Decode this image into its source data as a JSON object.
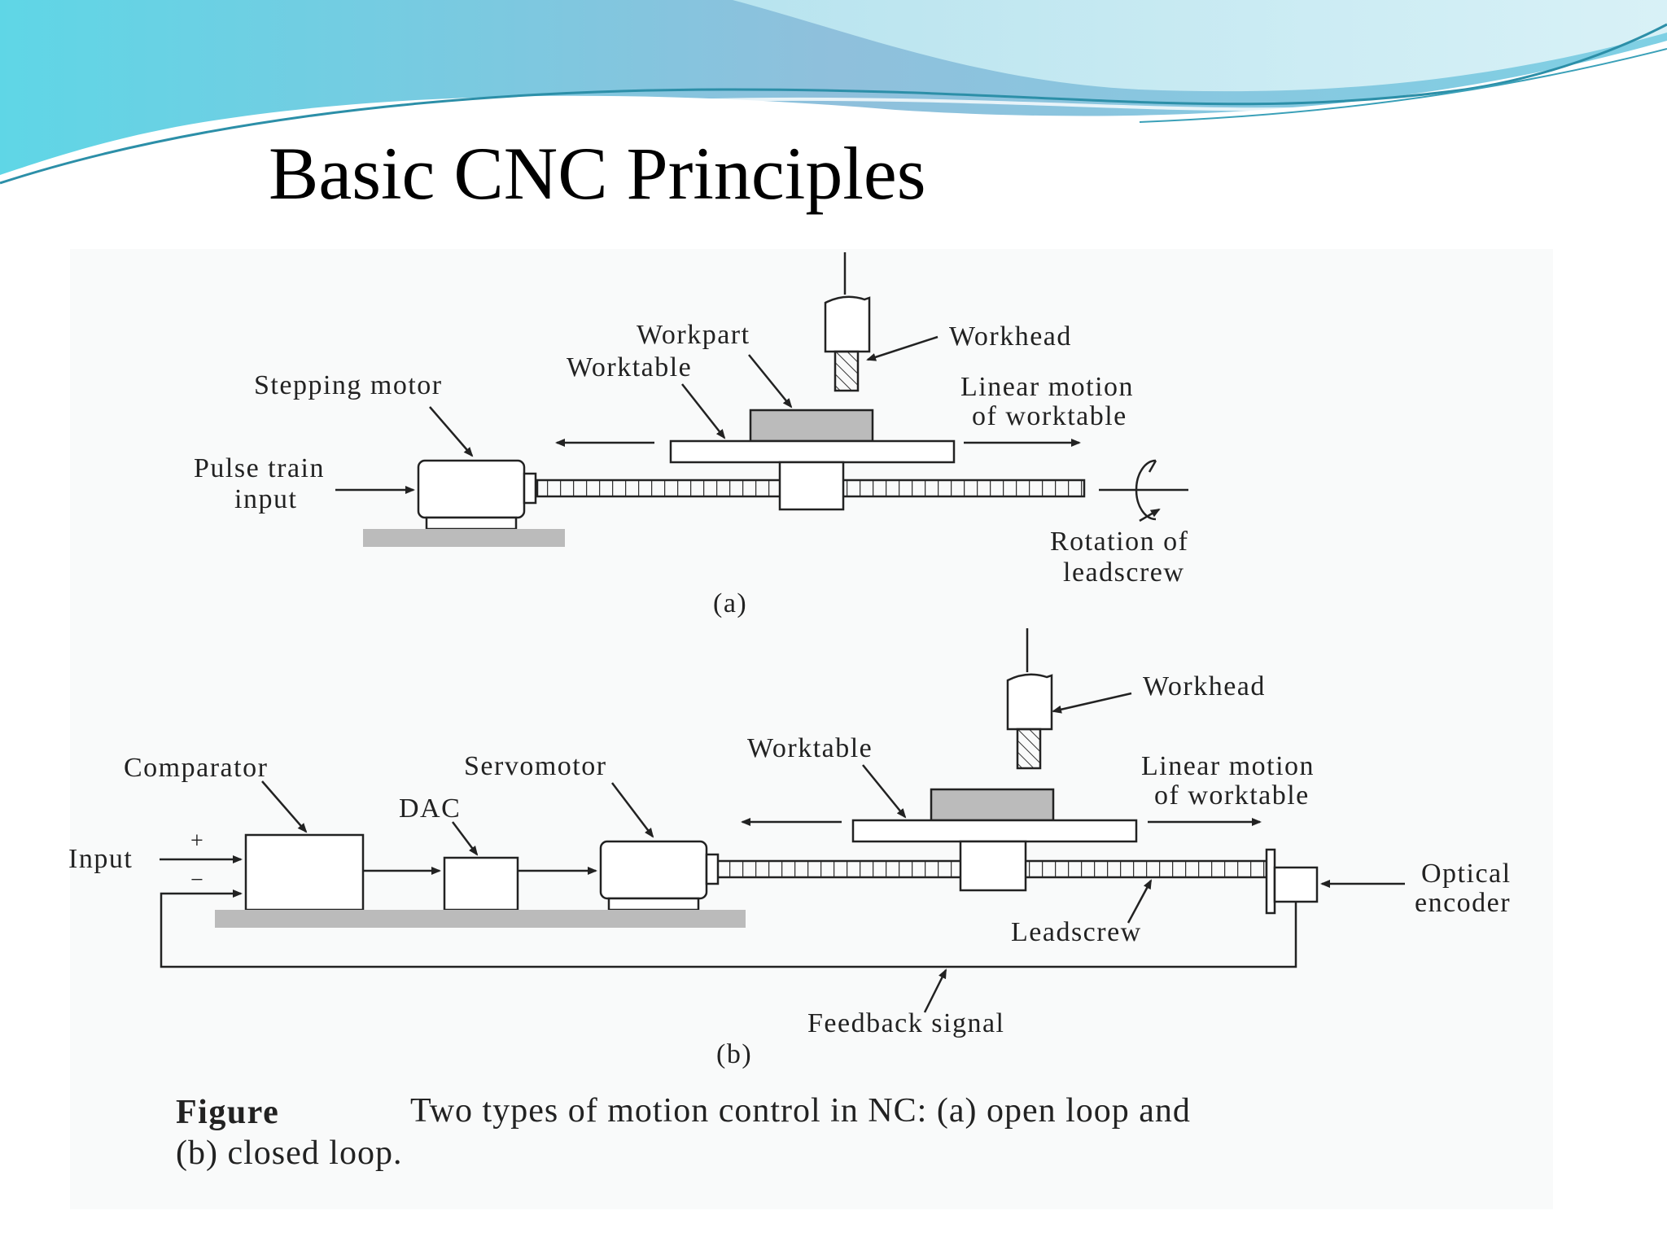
{
  "slide": {
    "title": "Basic CNC Principles"
  },
  "open_loop": {
    "workpart": "Workpart",
    "worktable": "Worktable",
    "workhead": "Workhead",
    "stepping_motor": "Stepping motor",
    "pulse_train_line1": "Pulse train",
    "pulse_train_line2": "input",
    "linear_motion_line1": "Linear motion",
    "linear_motion_line2": "of worktable",
    "rotation_line1": "Rotation of",
    "rotation_line2": "leadscrew",
    "sub_label": "(a)"
  },
  "closed_loop": {
    "workhead": "Workhead",
    "worktable": "Worktable",
    "comparator": "Comparator",
    "servomotor": "Servomotor",
    "dac": "DAC",
    "input": "Input",
    "plus": "+",
    "minus": "−",
    "linear_motion_line1": "Linear motion",
    "linear_motion_line2": "of worktable",
    "optical_line1": "Optical",
    "optical_line2": "encoder",
    "leadscrew": "Leadscrew",
    "feedback": "Feedback signal",
    "sub_label": "(b)"
  },
  "caption": {
    "label": "Figure",
    "line1": "Two types of motion control in NC: (a) open loop and",
    "line2": "(b) closed loop."
  }
}
